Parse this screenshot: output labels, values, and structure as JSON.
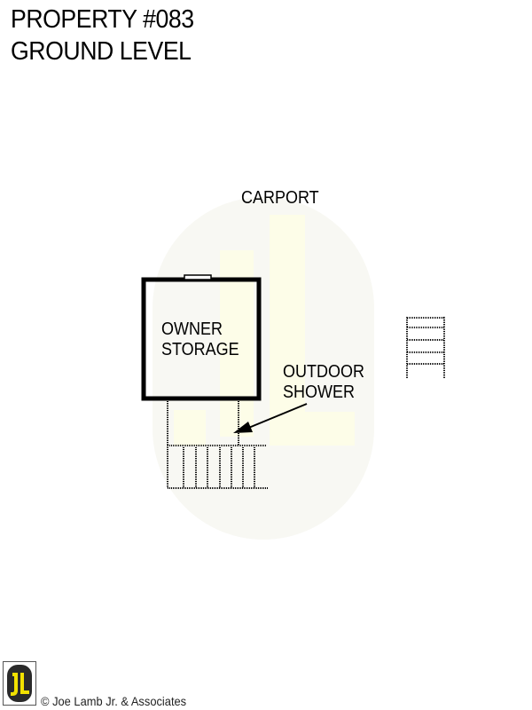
{
  "header": {
    "line1": "PROPERTY #083",
    "line2": "GROUND LEVEL"
  },
  "rooms": [
    {
      "id": "carport",
      "label": "CARPORT"
    },
    {
      "id": "owner-storage",
      "label_line1": "OWNER",
      "label_line2": "STORAGE"
    },
    {
      "id": "outdoor-shower",
      "label_line1": "OUTDOOR",
      "label_line2": "SHOWER"
    }
  ],
  "footer": {
    "copyright": "© Joe Lamb Jr. & Associates",
    "logo_text": "JL"
  },
  "colors": {
    "wall": "#000000",
    "watermark": "#f7f7ef",
    "watermark_letters": "#fdfdea",
    "logo_yellow": "#f2e100",
    "logo_dark": "#2a2a2a"
  }
}
